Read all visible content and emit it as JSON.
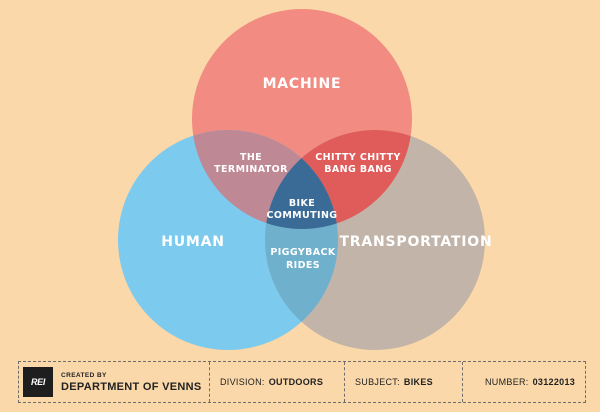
{
  "diagram": {
    "sets": {
      "machine": "MACHINE",
      "human": "HUMAN",
      "transportation": "TRANSPORTATION"
    },
    "intersections": {
      "human_machine": [
        "THE",
        "TERMINATOR"
      ],
      "machine_transportation": [
        "CHITTY CHITTY",
        "BANG BANG"
      ],
      "human_transportation": [
        "PIGGYBACK",
        "RIDES"
      ],
      "center": [
        "BIKE",
        "COMMUTING"
      ]
    },
    "colors": {
      "background": "#fad8a9",
      "machine": "#f28b82",
      "human": "#7ccaee",
      "transportation": "#c2b4a9",
      "human_machine": "#be8894",
      "machine_transportation": "#e05c5a",
      "human_transportation": "#6fb0cd",
      "center": "#3a6a96"
    }
  },
  "footer": {
    "logo_text": "REI",
    "created_by": "CREATED BY",
    "department": "DEPARTMENT OF VENNS",
    "division_label": "DIVISION:",
    "division_value": "OUTDOORS",
    "subject_label": "SUBJECT:",
    "subject_value": "BIKES",
    "number_label": "NUMBER:",
    "number_value": "03122013"
  }
}
